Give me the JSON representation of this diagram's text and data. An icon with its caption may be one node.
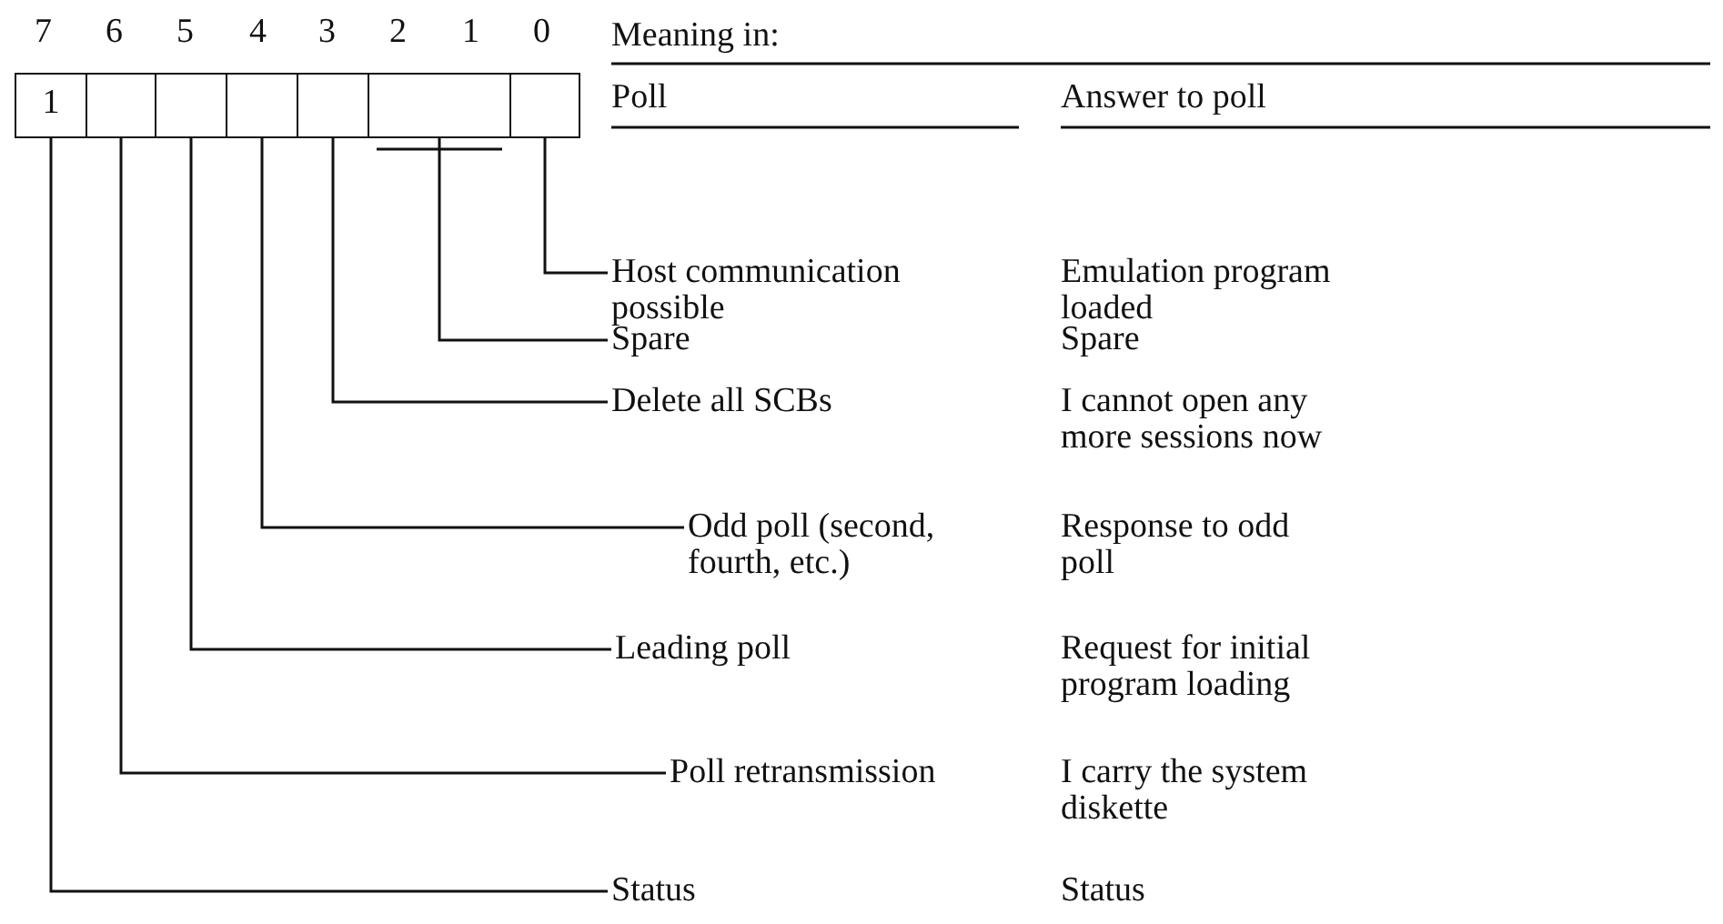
{
  "diagram": {
    "nodes": [
      {
        "text": [
          "1"
        ]
      },
      {
        "text": [],
        "shape": "box"
      },
      {
        "text": [],
        "shape": "box"
      },
      {
        "text": [],
        "shape": "box"
      },
      {
        "text": [],
        "shape": "box"
      },
      {
        "text": [],
        "shape": "box"
      },
      {
        "text": [],
        "shape": "box"
      },
      {
        "text": [
          "Host communication possible"
        ]
      },
      {
        "text": [
          "Spare"
        ]
      },
      {
        "text": [
          "Delete all SCBs"
        ]
      },
      {
        "text": [
          "Odd poll (second, fourth, etc.)"
        ]
      },
      {
        "text": [
          "Leading poll"
        ]
      },
      {
        "text": [
          "Poll retransmission"
        ]
      },
      {
        "text": [
          "Status"
        ]
      }
    ],
    "edges": [
      {
        "from": 6,
        "to": 7,
        "arrow": "none"
      },
      {
        "from": 5,
        "to": 8,
        "arrow": "none"
      },
      {
        "from": 4,
        "to": 9,
        "arrow": "none"
      },
      {
        "from": 3,
        "to": 10,
        "arrow": "none"
      },
      {
        "from": 2,
        "to": 11,
        "arrow": "none"
      },
      {
        "from": 1,
        "to": 12,
        "arrow": "none"
      },
      {
        "from": 0,
        "to": 13,
        "arrow": "none"
      }
    ],
    "labels": [
      "7",
      "6",
      "5",
      "4",
      "3",
      "2",
      "1",
      "0",
      "Meaning in:",
      "Poll",
      "Answer to poll",
      "Emulation program loaded",
      "Spare",
      "I cannot open any more sessions now",
      "Response to odd poll",
      "Request for initial program loading",
      "I carry the system diskette",
      "Status"
    ]
  }
}
